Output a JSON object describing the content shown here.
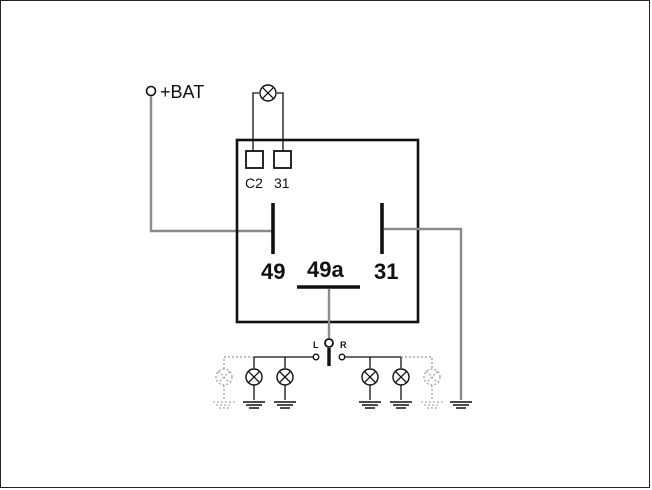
{
  "diagram": {
    "labels": {
      "battery": "+BAT",
      "terminal_c2": "C2",
      "terminal_31_small": "31",
      "terminal_49": "49",
      "terminal_49a": "49a",
      "terminal_31": "31",
      "switch_left": "L",
      "switch_right": "R"
    },
    "colors": {
      "wire": "#8a8a8a",
      "outline": "#111111",
      "dotted_lamp": "#9a9a9a"
    }
  }
}
